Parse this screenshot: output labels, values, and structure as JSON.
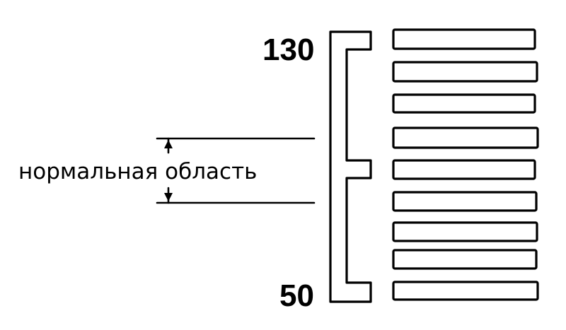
{
  "scale": {
    "top_label": "130",
    "bottom_label": "50"
  },
  "normal_region": {
    "label": "нормальная область"
  },
  "scale_segments": {
    "count": 9
  }
}
